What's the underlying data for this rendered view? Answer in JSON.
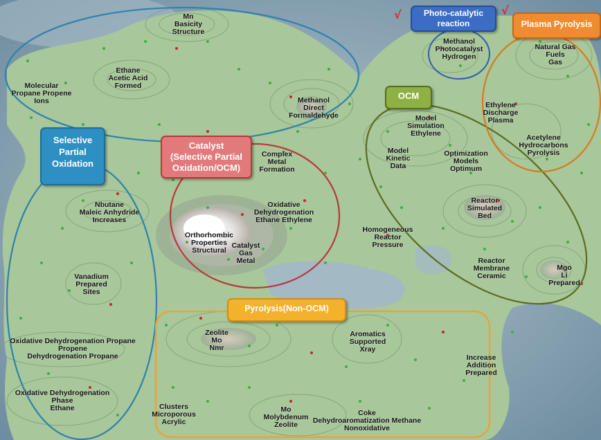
{
  "colors": {
    "selective_partial_oxidation": "#2e82ad",
    "catalyst": "#b8373a",
    "ocm": "#5a6b1f",
    "photo_catalytic": "#2f5db0",
    "plasma": "#d97a1a",
    "pyrolysis": "#f0a030",
    "dot_green": "#3fae3c",
    "dot_red": "#c0272d"
  },
  "category_labels": {
    "selective_partial_oxidation": [
      "Selective",
      "Partial",
      "Oxidation"
    ],
    "catalyst": [
      "Catalyst",
      "(Selective Partial",
      "Oxidation/OCM)"
    ],
    "ocm": [
      "OCM"
    ],
    "photo_catalytic": [
      "Photo-catalytic",
      "reaction"
    ],
    "plasma": [
      "Plasma Pyrolysis"
    ],
    "pyrolysis": [
      "Pyrolysis(Non-OCM)"
    ]
  },
  "check_marks": [
    "√",
    "√"
  ],
  "peak_labels": [
    {
      "lines": [
        "Mn",
        "Basicity",
        "Structure"
      ]
    },
    {
      "lines": [
        "Ethane",
        "Acetic Acid",
        "Formed"
      ]
    },
    {
      "lines": [
        "Molecular",
        "Propane Propene",
        "Ions"
      ]
    },
    {
      "lines": [
        "Methanol",
        "Direct",
        "Formaldehyde"
      ]
    },
    {
      "lines": [
        "Methanol",
        "Photocatalyst",
        "Hydrogen"
      ]
    },
    {
      "lines": [
        "Natural Gas",
        "Fuels",
        "Gas"
      ]
    },
    {
      "lines": [
        "Ethylene",
        "Discharge",
        "Plasma"
      ]
    },
    {
      "lines": [
        "Acetylene",
        "Hydrocarbons",
        "Pyrolysis"
      ]
    },
    {
      "lines": [
        "Model",
        "Simulation",
        "Ethylene"
      ]
    },
    {
      "lines": [
        "Model",
        "Kinetic",
        "Data"
      ]
    },
    {
      "lines": [
        "Optimization",
        "Models",
        "Optimum"
      ]
    },
    {
      "lines": [
        "Complex",
        "Metal",
        "Formation"
      ]
    },
    {
      "lines": [
        "Oxidative",
        "Dehydrogenation",
        "Ethane Ethylene"
      ]
    },
    {
      "lines": [
        "Nbutane",
        "Maleic Anhydride",
        "Increases"
      ]
    },
    {
      "lines": [
        "Orthorhombic",
        "Properties",
        "Structural"
      ]
    },
    {
      "lines": [
        "Catalyst",
        "Gas",
        "Metal"
      ]
    },
    {
      "lines": [
        "Homogeneous",
        "Reactor",
        "Pressure"
      ]
    },
    {
      "lines": [
        "Reactor",
        "Simulated",
        "Bed"
      ]
    },
    {
      "lines": [
        "Reactor",
        "Membrane",
        "Ceramic"
      ]
    },
    {
      "lines": [
        "Mgo",
        "Li",
        "Prepared"
      ]
    },
    {
      "lines": [
        "Vanadium",
        "Prepared",
        "Sites"
      ]
    },
    {
      "lines": [
        "Oxidative Dehydrogenation Propane",
        "Propene",
        "Dehydrogenation Propane"
      ]
    },
    {
      "lines": [
        "Oxidative Dehydrogenation",
        "Phase",
        "Ethane"
      ]
    },
    {
      "lines": [
        "Zeolite",
        "Mo",
        "Nmr"
      ]
    },
    {
      "lines": [
        "Aromatics",
        "Supported",
        "Xray"
      ]
    },
    {
      "lines": [
        "Increase",
        "Addition",
        "Prepared"
      ]
    },
    {
      "lines": [
        "Clusters",
        "Microporous",
        "Acrylic"
      ]
    },
    {
      "lines": [
        "Mo",
        "Molybdenum",
        "Zeolite"
      ]
    },
    {
      "lines": [
        "Coke",
        "Dehydroaromatization Methane",
        "Nonoxidative"
      ]
    }
  ]
}
